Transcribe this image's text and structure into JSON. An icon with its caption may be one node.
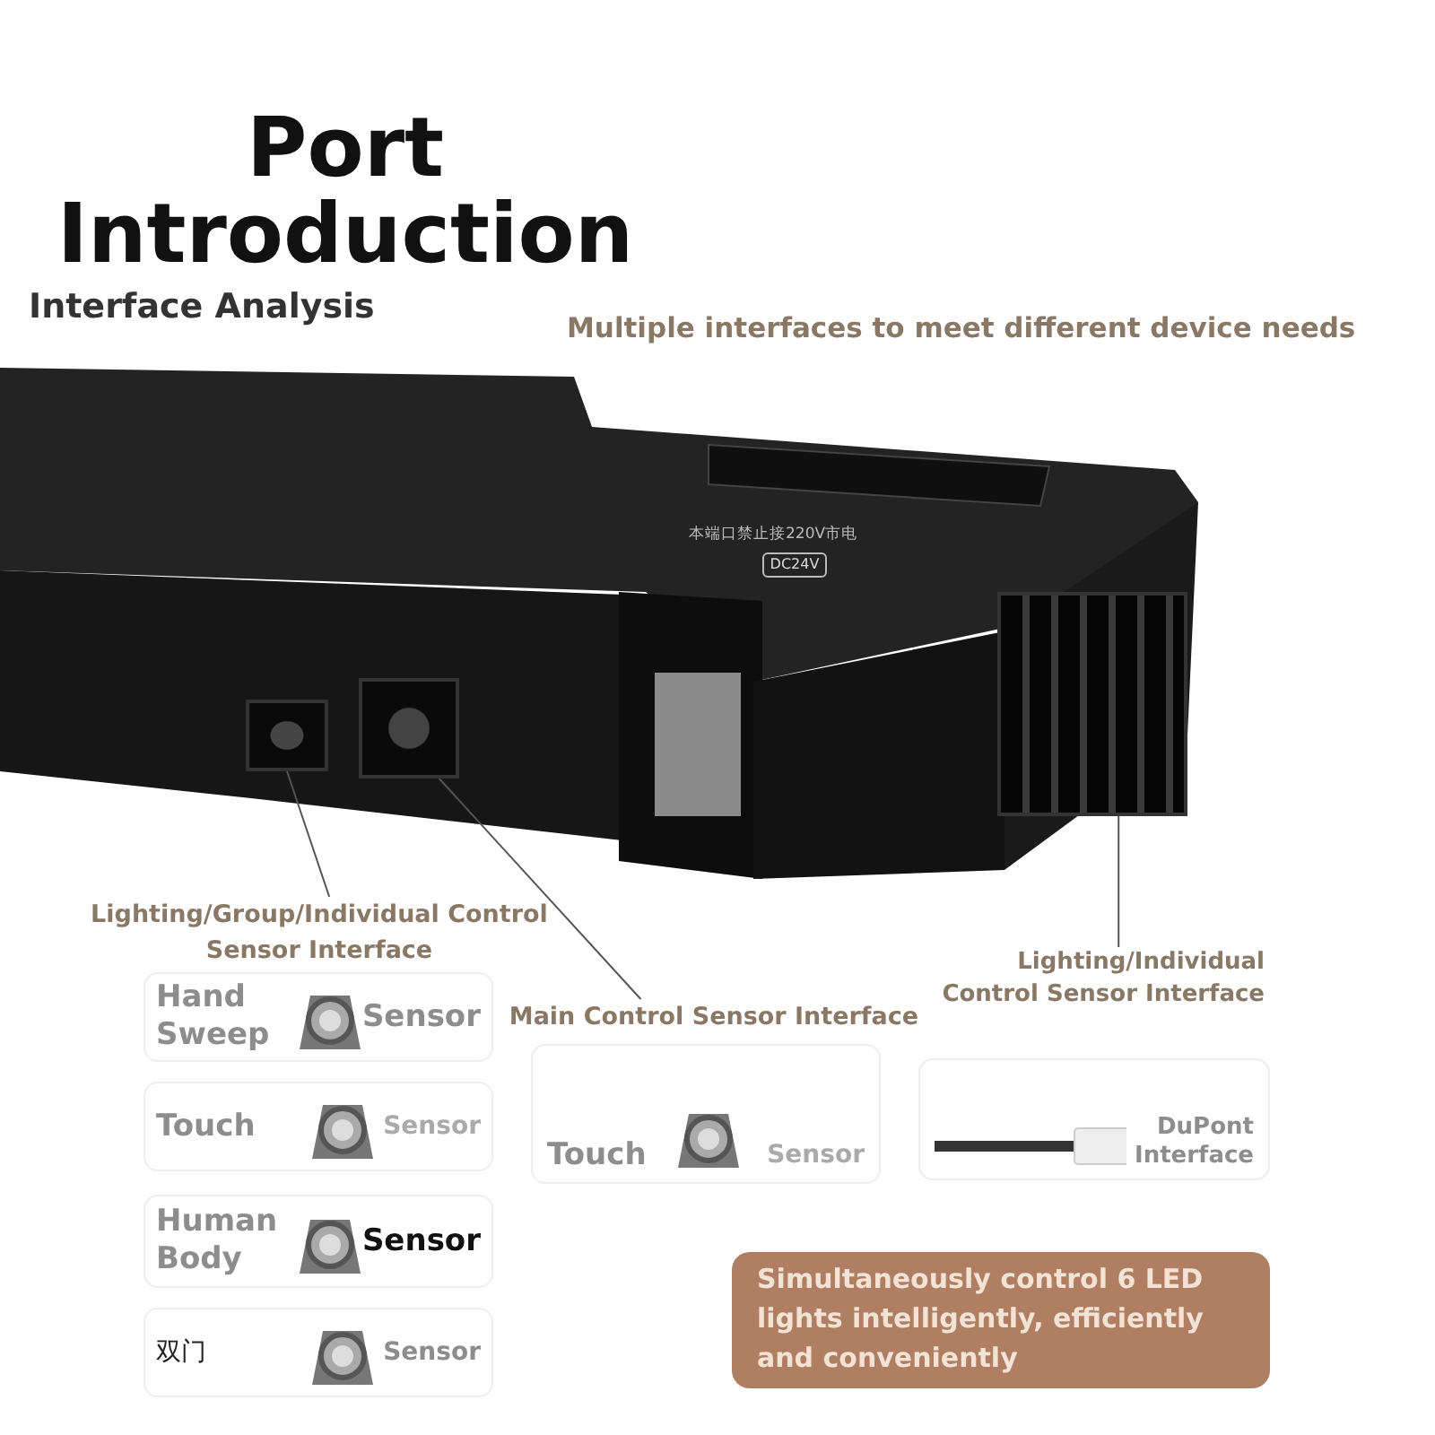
{
  "diagram": {
    "title": "Port Introduction",
    "nodes": [
      {
        "text": [
          "Lighting/Group/Individual Control Sensor Interface"
        ]
      },
      {
        "text": [],
        "shape": "box"
      },
      {
        "text": [
          "Main Control Sensor Interface"
        ]
      },
      {
        "text": [],
        "shape": "box"
      },
      {
        "text": [
          "Lighting/Individual Control Sensor Interface"
        ]
      },
      {
        "text": [],
        "shape": "box"
      },
      {
        "text": [
          "Hand Sweep",
          "Sensor"
        ]
      },
      {
        "text": [
          "Touch",
          "Sensor"
        ]
      },
      {
        "text": [
          "Human Body",
          "Sensor"
        ]
      },
      {
        "text": [
          "双门",
          "Sensor"
        ]
      },
      {
        "text": [
          "Touch",
          "Sensor"
        ]
      },
      {
        "text": [
          "DuPont Interface"
        ]
      },
      {
        "text": [
          "Simultaneously control 6 LED lights intelligently, efficiently and conveniently"
        ]
      }
    ],
    "edges": [
      {
        "from": 0,
        "to": 1,
        "arrow": "none"
      },
      {
        "from": 2,
        "to": 3,
        "arrow": "none"
      },
      {
        "from": 4,
        "to": 5,
        "arrow": "none"
      }
    ],
    "labels": [
      "Interface Analysis",
      "Multiple interfaces to meet different device needs",
      "本端口禁止接220V市电",
      "DC24V"
    ]
  }
}
